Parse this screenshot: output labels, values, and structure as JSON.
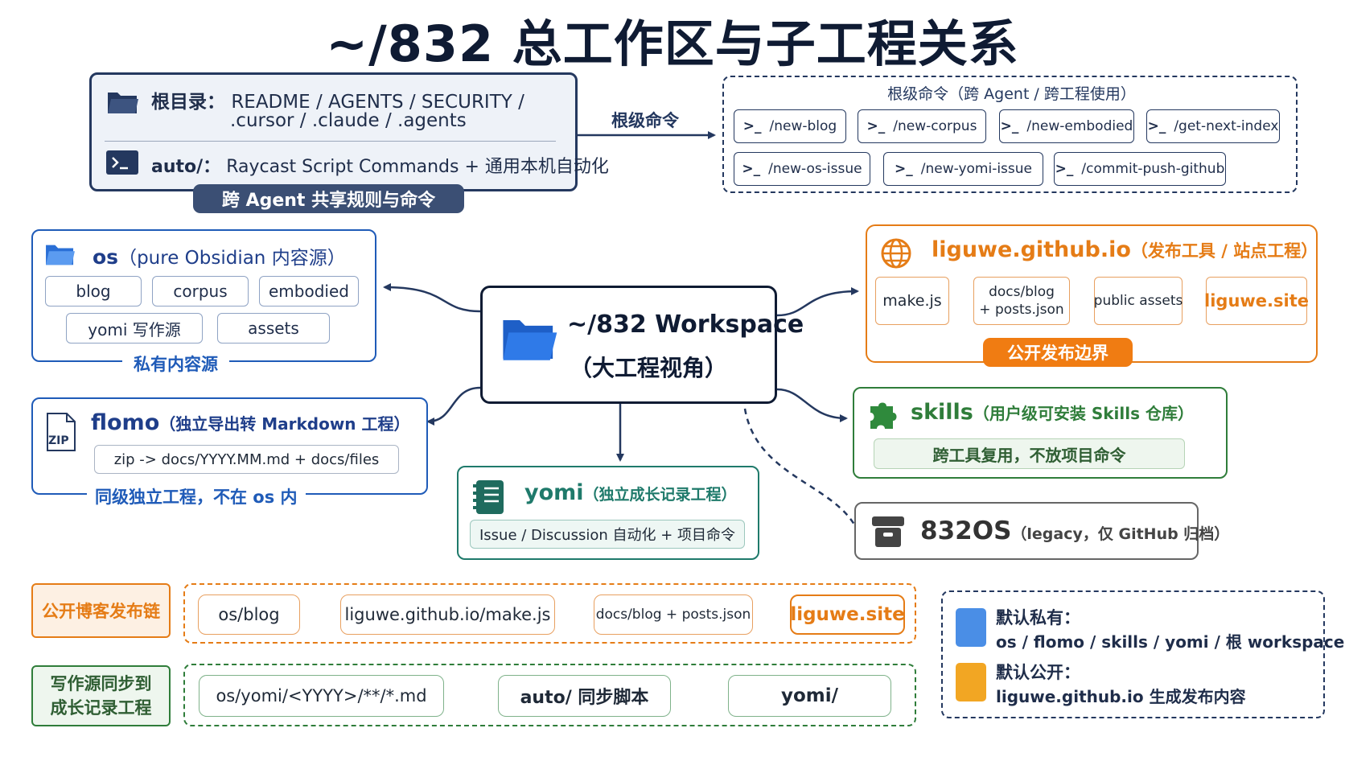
{
  "title": "~/832 总工作区与子工程关系",
  "root": {
    "label": "根目录：",
    "items_line1": "README / AGENTS / SECURITY /",
    "items_line2": ".cursor / .claude / .agents",
    "auto_label": "auto/：",
    "auto_desc": "Raycast Script Commands + 通用本机自动化",
    "ribbon": "跨 Agent 共享规则与命令"
  },
  "root_commands": {
    "arrow_label": "根级命令",
    "title": "根级命令（跨 Agent / 跨工程使用）",
    "prompt": ">_",
    "items": [
      "/new-blog",
      "/new-corpus",
      "/new-embodied",
      "/get-next-index",
      "/new-os-issue",
      "/new-yomi-issue",
      "/commit-push-github"
    ]
  },
  "os": {
    "name": "os",
    "desc": "（pure Obsidian 内容源）",
    "chips": [
      "blog",
      "corpus",
      "embodied",
      "yomi 写作源",
      "assets"
    ],
    "footer": "私有内容源"
  },
  "center": {
    "line1": "~/832 Workspace",
    "line2": "（大工程视角）"
  },
  "github": {
    "name": "liguwe.github.io",
    "desc": "（发布工具 / 站点工程）",
    "steps": [
      "make.js",
      "docs/blog",
      "+ posts.json",
      "public assets",
      "liguwe.site"
    ],
    "ribbon": "公开发布边界"
  },
  "flomo": {
    "name": "flomo",
    "desc": "（独立导出转 Markdown 工程）",
    "zip_label": "ZIP",
    "detail": "zip -> docs/YYYY.MM.md + docs/files",
    "footer": "同级独立工程，不在 os 内"
  },
  "yomi": {
    "name": "yomi",
    "desc": "（独立成长记录工程）",
    "detail": "Issue / Discussion 自动化 + 项目命令"
  },
  "skills": {
    "name": "skills",
    "desc": "（用户级可安装 Skills 仓库）",
    "detail": "跨工具复用，不放项目命令"
  },
  "legacy": {
    "name": "832OS",
    "desc": "（legacy，仅 GitHub 归档）"
  },
  "blog_chain": {
    "label": "公开博客发布链",
    "steps": [
      "os/blog",
      "liguwe.github.io/make.js",
      "docs/blog + posts.json",
      "liguwe.site"
    ]
  },
  "sync_chain": {
    "label_line1": "写作源同步到",
    "label_line2": "成长记录工程",
    "steps": [
      "os/yomi/<YYYY>/**/*.md",
      "auto/ 同步脚本",
      "yomi/"
    ]
  },
  "legend": {
    "private_title": "默认私有：",
    "private_items": "os / flomo / skills / yomi / 根 workspace",
    "public_title": "默认公开：",
    "public_items": "liguwe.github.io 生成发布内容"
  },
  "colors": {
    "navy": "#24385f",
    "blue": "#1f5bb8",
    "orange": "#e57c16",
    "green": "#2f7d3a",
    "teal": "#1f7a6b",
    "gray": "#555555"
  }
}
